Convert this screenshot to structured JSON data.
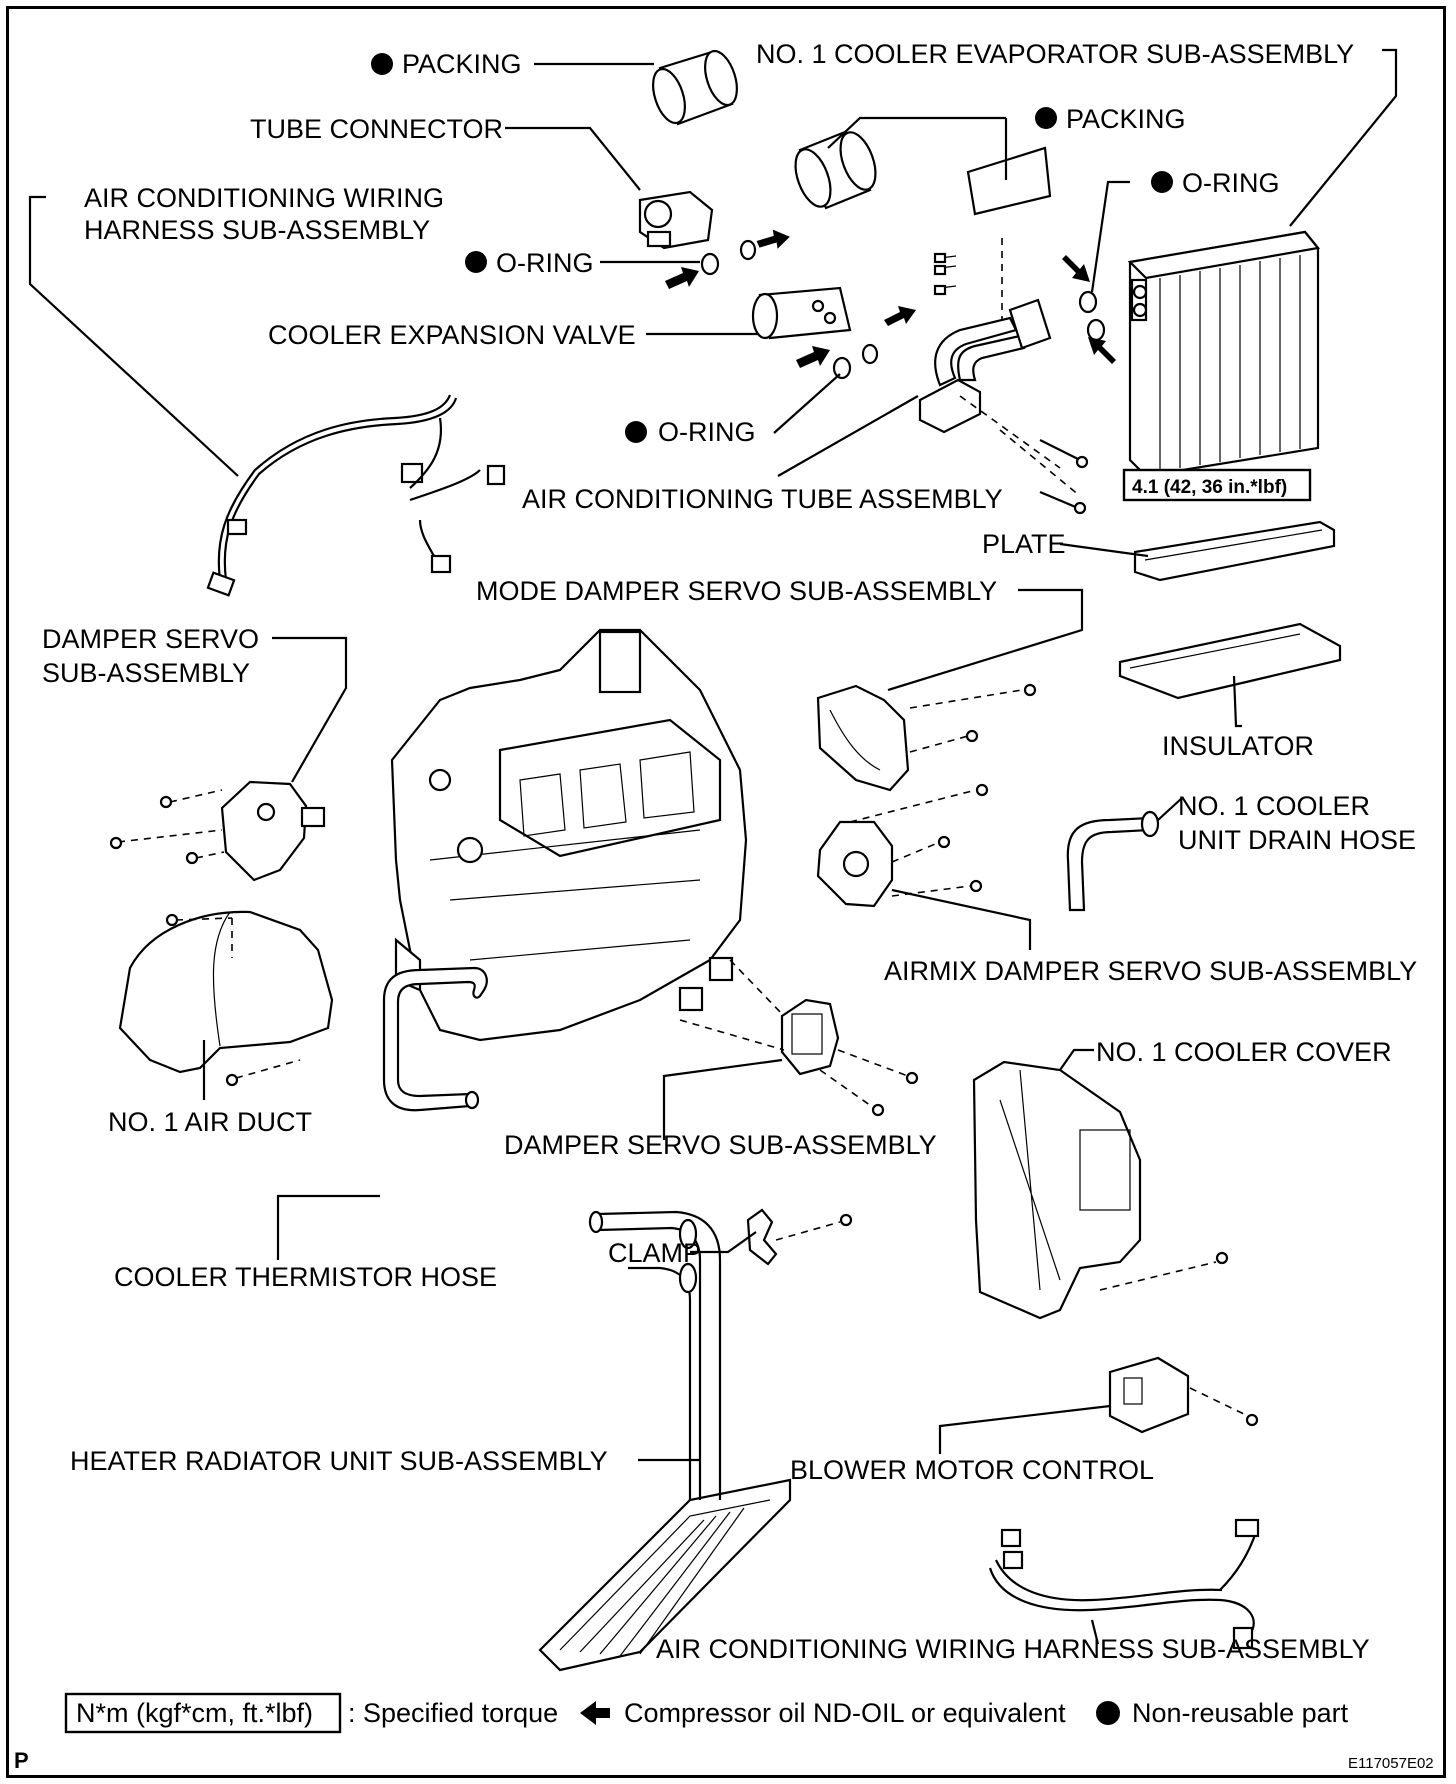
{
  "labels": {
    "packing_top": "PACKING",
    "evaporator": "NO. 1 COOLER EVAPORATOR SUB-ASSEMBLY",
    "packing_mid": "PACKING",
    "tube_connector": "TUBE CONNECTOR",
    "oring_right": "O-RING",
    "wiring_harness_top_1": "AIR CONDITIONING WIRING",
    "wiring_harness_top_2": "HARNESS SUB-ASSEMBLY",
    "oring_left": "O-RING",
    "expansion_valve": "COOLER EXPANSION VALVE",
    "oring_lower": "O-RING",
    "tube_assembly": "AIR CONDITIONING TUBE ASSEMBLY",
    "torque_box": "4.1 (42, 36 in.*lbf)",
    "plate": "PLATE",
    "mode_damper": "MODE DAMPER SERVO SUB-ASSEMBLY",
    "damper_servo_left_1": "DAMPER SERVO",
    "damper_servo_left_2": "SUB-ASSEMBLY",
    "insulator": "INSULATOR",
    "drain_hose_1": "NO. 1 COOLER",
    "drain_hose_2": "UNIT DRAIN HOSE",
    "airmix_damper": "AIRMIX DAMPER SERVO SUB-ASSEMBLY",
    "cooler_cover": "NO. 1 COOLER COVER",
    "air_duct": "NO. 1 AIR DUCT",
    "damper_servo_bottom": "DAMPER SERVO SUB-ASSEMBLY",
    "thermistor_hose": "COOLER THERMISTOR HOSE",
    "clamp": "CLAMP",
    "heater_radiator": "HEATER RADIATOR UNIT SUB-ASSEMBLY",
    "blower_control": "BLOWER MOTOR CONTROL",
    "wiring_harness_bottom": "AIR CONDITIONING WIRING HARNESS SUB-ASSEMBLY"
  },
  "legend": {
    "torque_box": "N*m (kgf*cm, ft.*lbf)",
    "torque_text": ": Specified torque",
    "oil_text": "Compressor oil ND-OIL or equivalent",
    "nonreusable_text": "Non-reusable part"
  },
  "corner_p": "P",
  "figure_code": "E117057E02"
}
